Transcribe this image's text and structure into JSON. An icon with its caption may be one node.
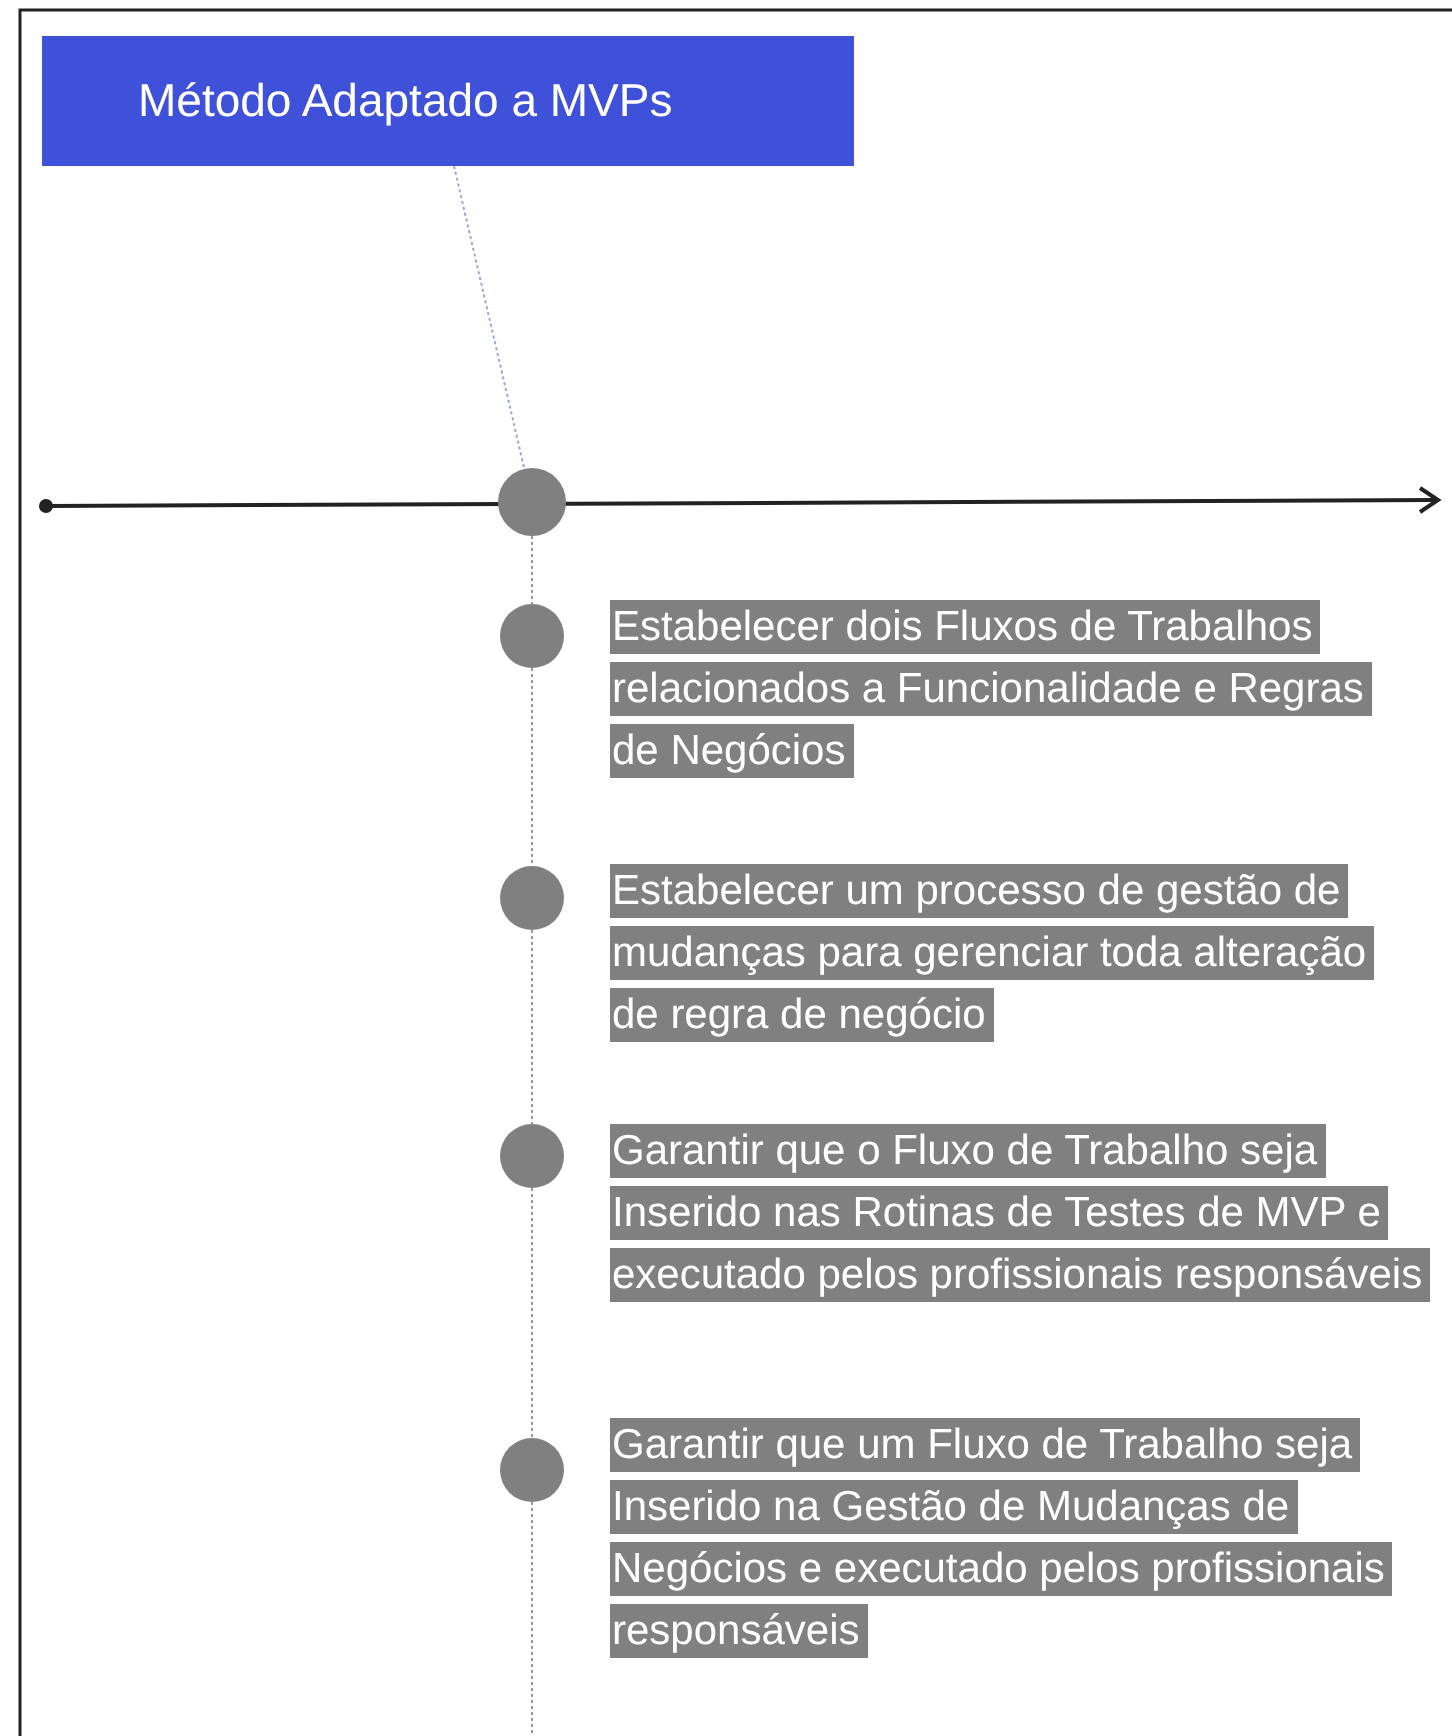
{
  "diagram": {
    "nodes": [
      {
        "text": [
          "Método Adaptado a MVPs"
        ]
      },
      {
        "text": [],
        "shape": "circle"
      },
      {
        "text": [],
        "shape": "circle"
      },
      {
        "text": [
          "Estabelecer dois Fluxos de Trabalhos relacionados a Funcionalidade e Regras de Negócios"
        ]
      },
      {
        "text": [],
        "shape": "circle"
      },
      {
        "text": [
          "Estabelecer um processo de gestão de mudanças para gerenciar toda alteração de regra de negócio"
        ]
      },
      {
        "text": [],
        "shape": "circle"
      },
      {
        "text": [
          "Garantir que o Fluxo de Trabalho seja Inserido nas Rotinas de Testes de MVP e executado pelos profissionais responsáveis"
        ]
      },
      {
        "text": [],
        "shape": "circle"
      },
      {
        "text": [
          "Garantir que um Fluxo de Trabalho seja Inserido na Gestão de Mudanças de Negócios e executado pelos profissionais responsáveis"
        ]
      }
    ],
    "edges": [
      {
        "from": 0,
        "to": 1,
        "arrow": "none",
        "style": "dashed",
        "color": "#9da3e0"
      },
      {
        "from": 1,
        "to": 2,
        "arrow": "none",
        "style": "dashed"
      },
      {
        "from": 2,
        "to": 4,
        "arrow": "none",
        "style": "dashed"
      },
      {
        "from": 4,
        "to": 6,
        "arrow": "none",
        "style": "dashed"
      },
      {
        "from": 6,
        "to": 8,
        "arrow": "none",
        "style": "dashed"
      },
      {
        "from": 8,
        "to": null,
        "arrow": "none",
        "style": "dashed"
      }
    ]
  }
}
